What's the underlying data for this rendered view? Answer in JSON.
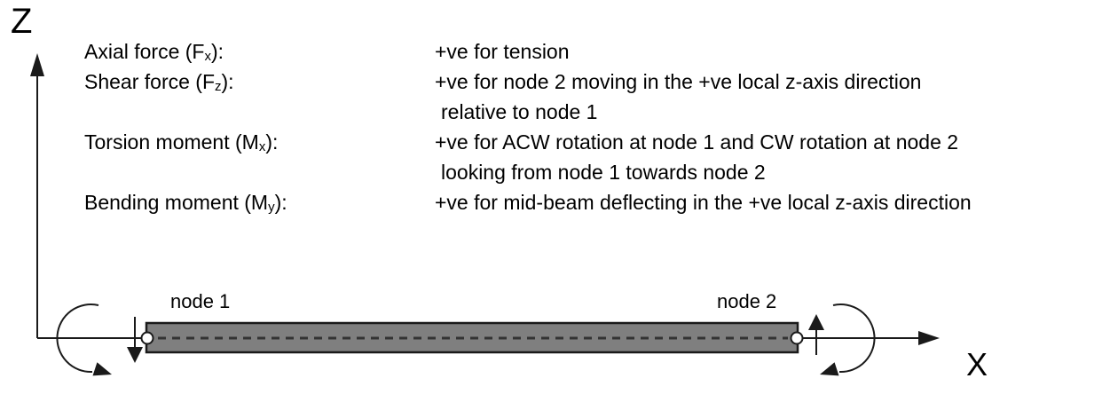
{
  "axes": {
    "z": "Z",
    "x": "X"
  },
  "legend": {
    "rows": [
      {
        "pre": "Axial force (F",
        "sub": "x",
        "post": "):",
        "desc": "+ve for tension"
      },
      {
        "pre": "Shear force (F",
        "sub": "z",
        "post": "):",
        "desc": "+ve for node 2 moving in the +ve local z-axis direction"
      },
      {
        "pre": "",
        "sub": "",
        "post": "",
        "desc": "relative to node 1"
      },
      {
        "pre": "Torsion moment (M",
        "sub": "x",
        "post": "):",
        "desc": "+ve for ACW rotation at node 1 and CW rotation at node 2"
      },
      {
        "pre": "",
        "sub": "",
        "post": "",
        "desc": "looking from node 1 towards node 2"
      },
      {
        "pre": "Bending moment (M",
        "sub": "y",
        "post": "):",
        "desc": "+ve for mid-beam deflecting in the +ve local z-axis direction"
      }
    ]
  },
  "beam": {
    "node1_label": "node 1",
    "node2_label": "node 2"
  },
  "colors": {
    "beam_fill": "#7f7f7f",
    "beam_border": "#1a1a1a",
    "line": "#1a1a1a",
    "centerline_dash": "#333333",
    "text": "#000000",
    "background": "#ffffff"
  }
}
